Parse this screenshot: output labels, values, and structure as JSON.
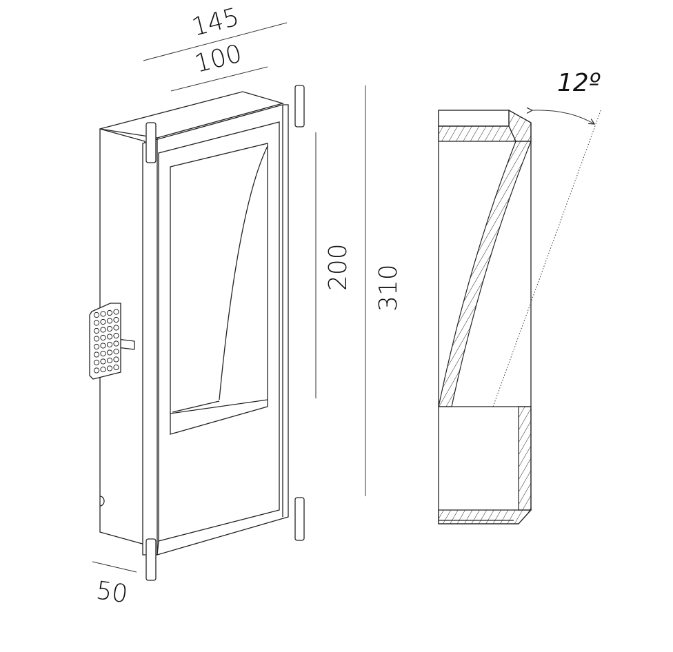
{
  "dimensions": {
    "width_overall": "145",
    "width_front": "100",
    "height_window": "200",
    "height_overall": "310",
    "depth": "50",
    "tilt_angle": "12º"
  },
  "colors": {
    "line": "#222222",
    "background": "#ffffff"
  }
}
